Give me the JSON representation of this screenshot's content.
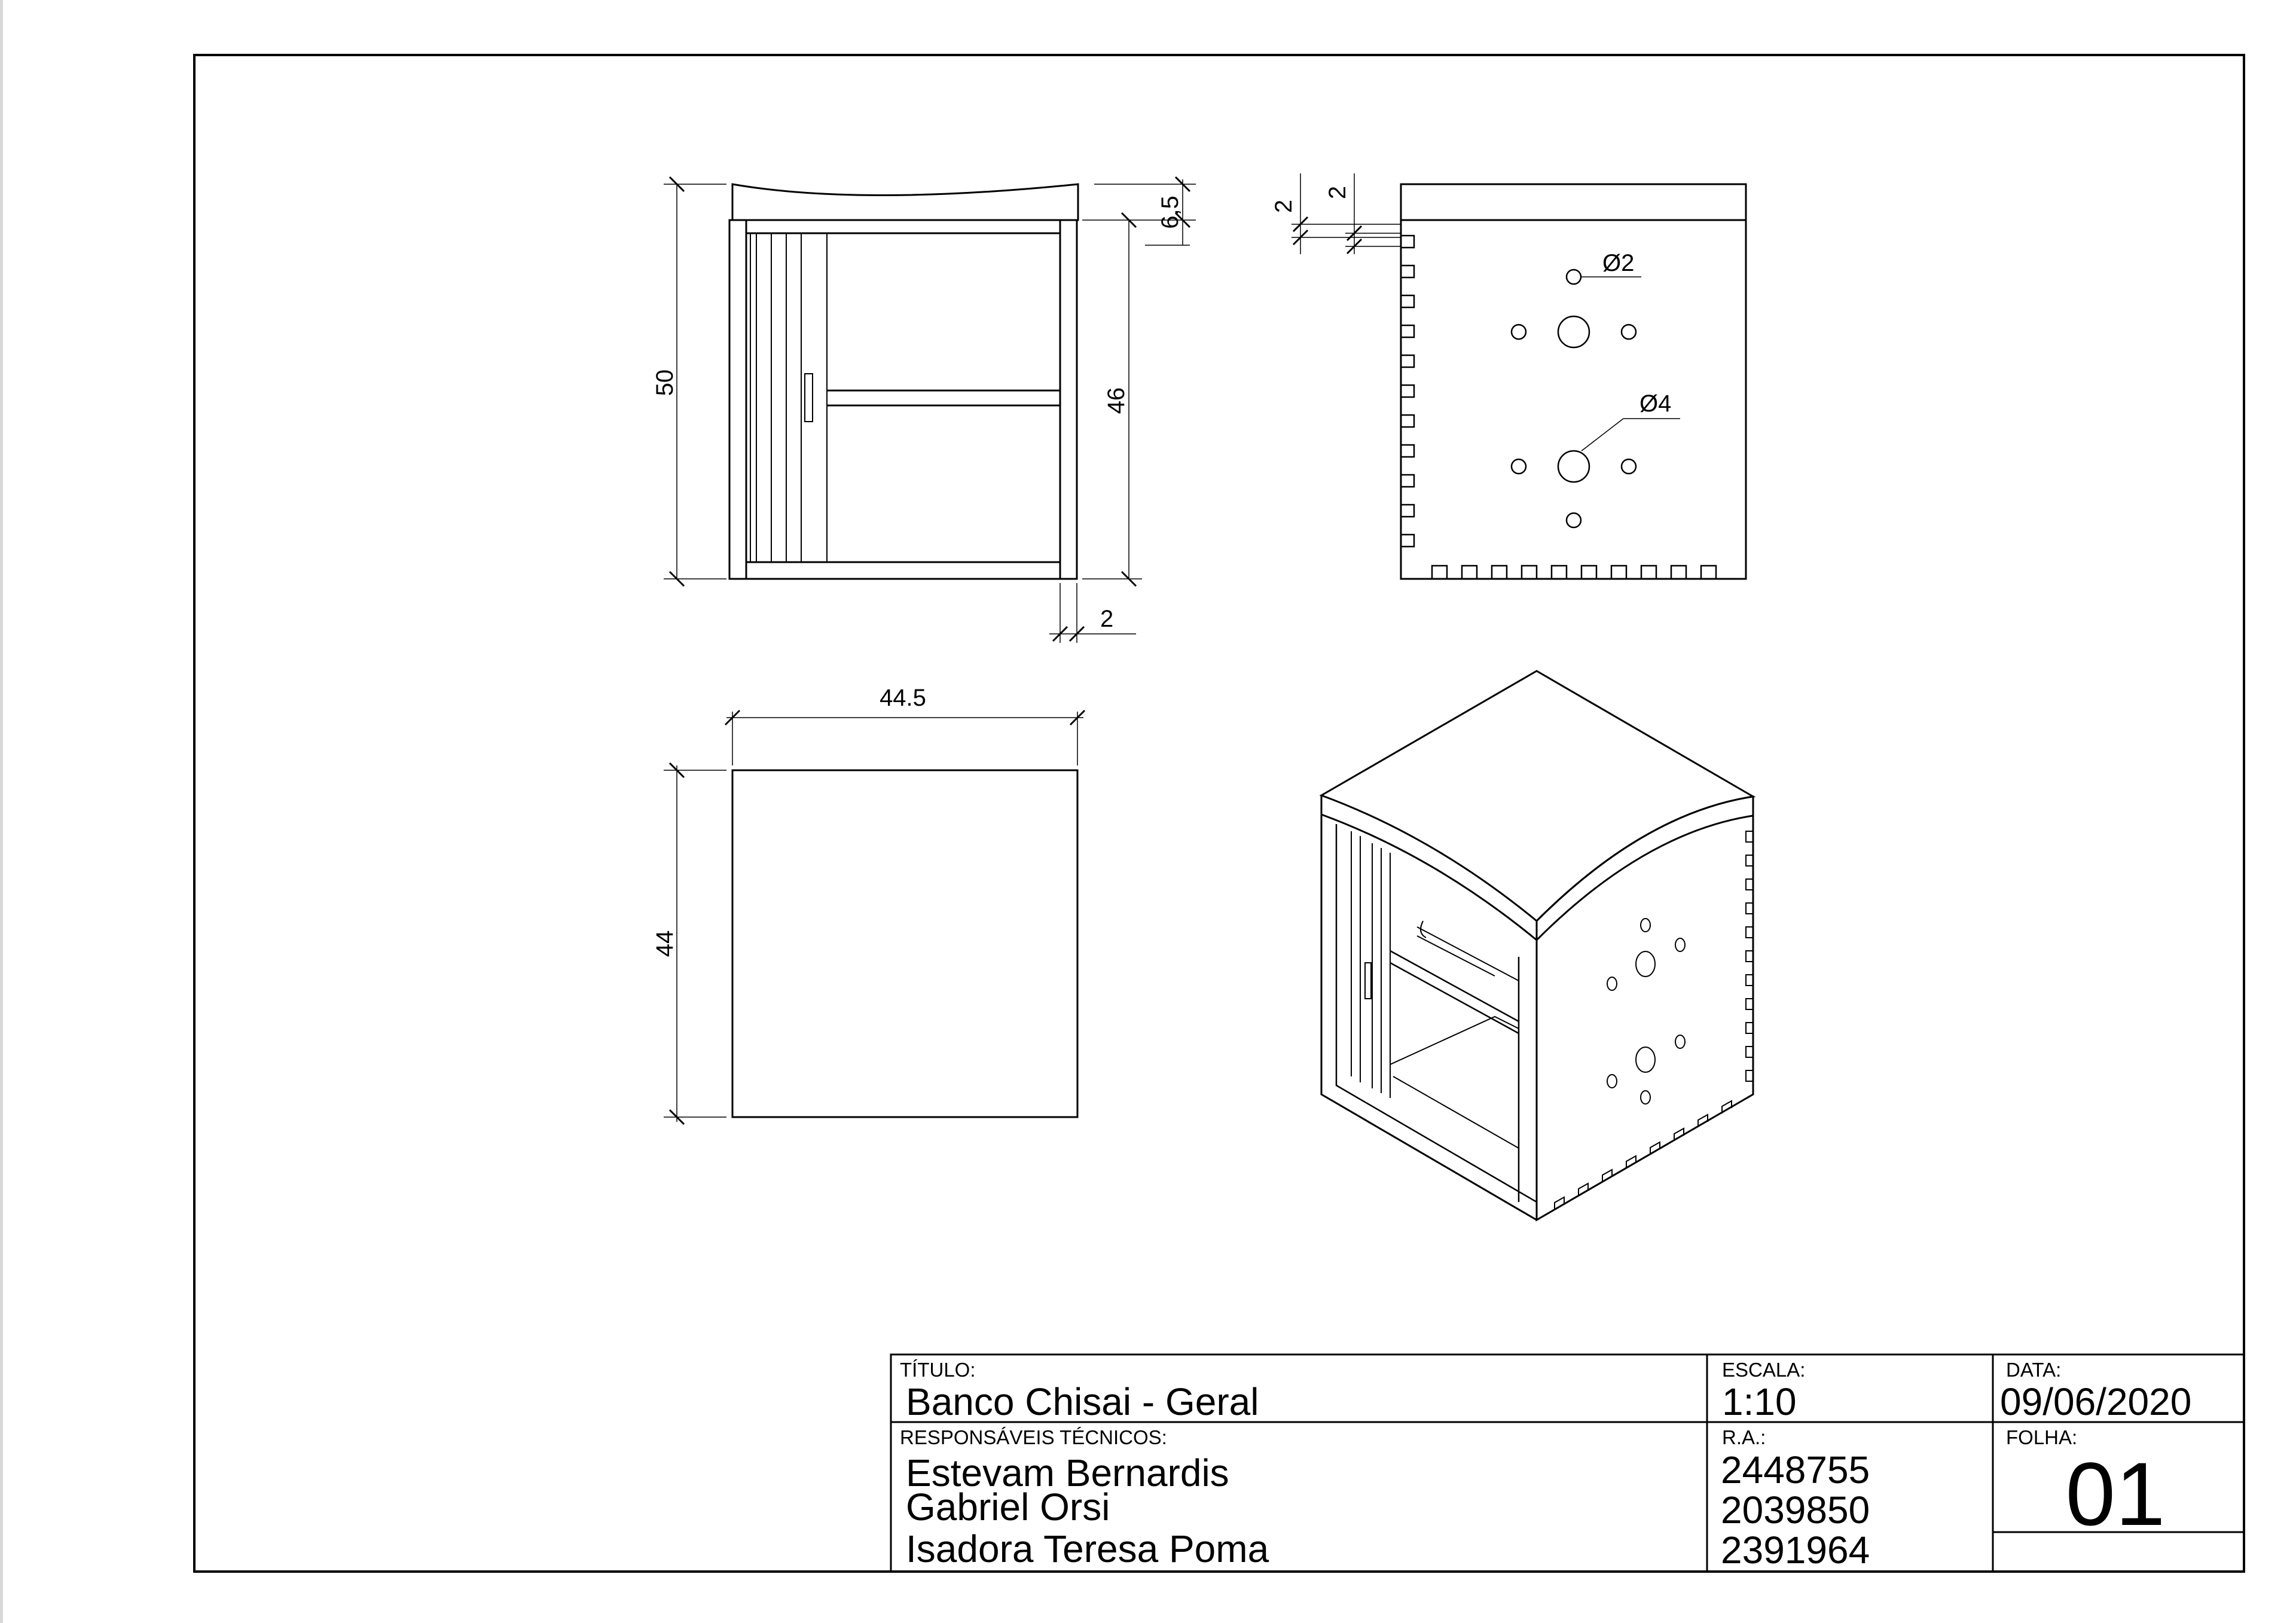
{
  "dimensions": {
    "front_total_height": "50",
    "front_inner_height": "46",
    "front_top_curve": "6,5",
    "front_bottom_thickness": "2",
    "side_thickness_a": "2",
    "side_thickness_b": "2",
    "hole_small": "Ø2",
    "hole_large": "Ø4",
    "top_width": "44.5",
    "top_depth": "44"
  },
  "title_block": {
    "title_label": "TÍTULO:",
    "title_value": "Banco Chisai - Geral",
    "scale_label": "ESCALA:",
    "scale_value": "1:10",
    "date_label": "DATA:",
    "date_value": "09/06/2020",
    "responsible_label": "RESPONSÁVEIS TÉCNICOS:",
    "responsibles": [
      "Estevam Bernardis",
      "Gabriel Orsi",
      "Isadora Teresa Poma"
    ],
    "ra_label": "R.A.:",
    "ra_values": [
      "2448755",
      "2039850",
      "2391964"
    ],
    "sheet_label": "FOLHA:",
    "sheet_value": "01"
  }
}
